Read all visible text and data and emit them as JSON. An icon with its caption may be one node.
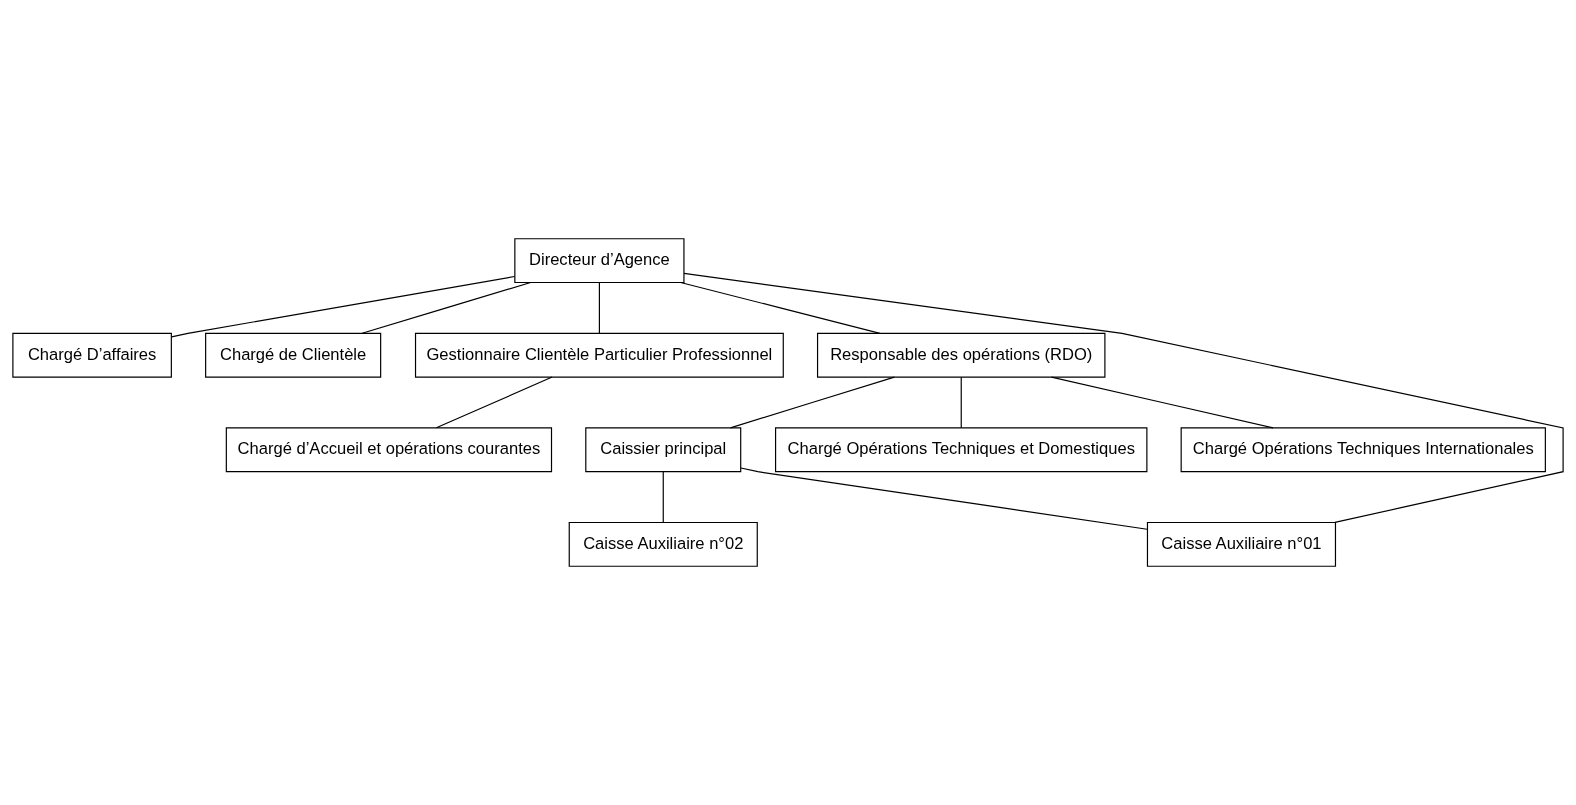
{
  "diagram": {
    "nodes": [
      {
        "text": [
          "Directeur d’Agence"
        ]
      },
      {
        "text": [
          "Chargé D’affaires"
        ]
      },
      {
        "text": [
          "Chargé de Clientèle"
        ]
      },
      {
        "text": [
          "Gestionnaire Clientèle Particulier Professionnel"
        ]
      },
      {
        "text": [
          "Responsable des opérations (RDO)"
        ]
      },
      {
        "text": [
          "Caissier principal"
        ]
      },
      {
        "text": [
          "Chargé Opérations Techniques et Domestiques"
        ]
      },
      {
        "text": [
          "Chargé Opérations Techniques Internationales"
        ]
      },
      {
        "text": [
          "Caisse Auxiliaire n°01"
        ]
      },
      {
        "text": [
          "Caisse Auxiliaire n°02"
        ]
      },
      {
        "text": [
          "Chargé d’Accueil et opérations courantes"
        ]
      }
    ],
    "edges": [
      {
        "from": 0,
        "to": 1,
        "arrow": "none"
      },
      {
        "from": 0,
        "to": 2,
        "arrow": "none"
      },
      {
        "from": 0,
        "to": 3,
        "arrow": "none"
      },
      {
        "from": 0,
        "to": 8,
        "arrow": "none"
      },
      {
        "from": 0,
        "to": 4,
        "arrow": "none"
      },
      {
        "from": 4,
        "to": 5,
        "arrow": "none"
      },
      {
        "from": 4,
        "to": 6,
        "arrow": "none"
      },
      {
        "from": 4,
        "to": 7,
        "arrow": "none"
      },
      {
        "from": 5,
        "to": 8,
        "arrow": "none"
      },
      {
        "from": 5,
        "to": 9,
        "arrow": "none"
      },
      {
        "from": 3,
        "to": 10,
        "arrow": "none"
      }
    ]
  }
}
